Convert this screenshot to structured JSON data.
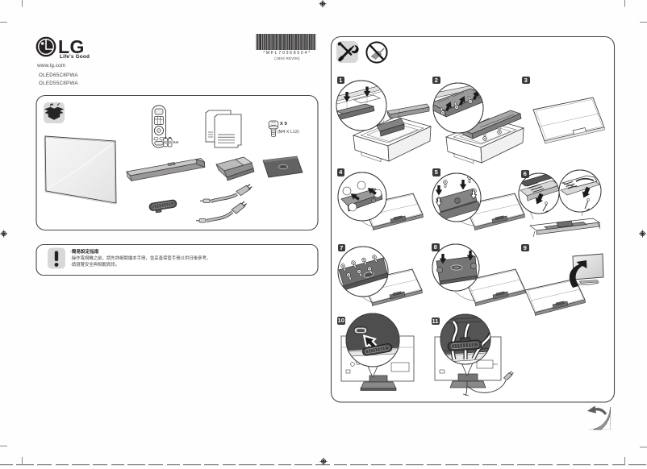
{
  "brand": {
    "logo": "lg-symbol",
    "word": "LG",
    "tagline": "Life's Good",
    "url": "www.lg.com",
    "models": [
      "OLED65C8PWA",
      "OLED55C8PWA"
    ]
  },
  "barcode": {
    "code": "*MFL70368504*",
    "rev": "(1804 REV00)"
  },
  "accessories": {
    "battery_label": "AA",
    "screw_qty": "X 9",
    "screw_spec": "(M4 X L12)",
    "items": [
      "tv-panel",
      "remote-control",
      "aa-batteries",
      "manuals",
      "screws",
      "stand-bar",
      "stand-neck",
      "back-cover",
      "cable-holder",
      "power-cables"
    ]
  },
  "notice": {
    "title": "·簡易設定指南",
    "lines": [
      "·操作電視機之前，請先詳細閱讀本手冊，並妥善保管手冊以供日後參考。",
      "·請瀏覽安全與相關資訊。"
    ]
  },
  "steps": {
    "labels": [
      "1",
      "2",
      "3",
      "4",
      "5",
      "6",
      "7",
      "8",
      "9",
      "10",
      "11"
    ]
  },
  "colors": {
    "ink": "#3a3838",
    "panel_border": "#4a4848",
    "light_gray": "#d8d8d8",
    "mid_gray": "#9b9b9b",
    "dark_gray": "#5f5e5e",
    "badge_bg": "#3b3a3a",
    "badge_text": "#ffffff"
  }
}
